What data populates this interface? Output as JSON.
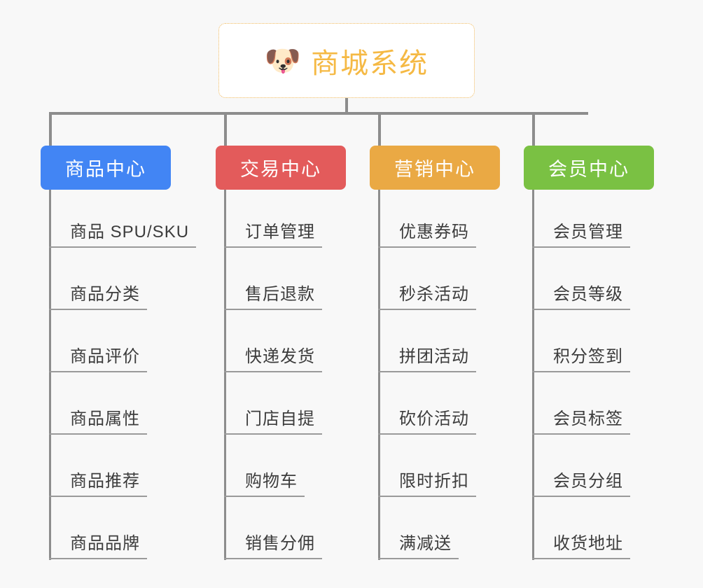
{
  "background": "#f8f8f8",
  "root": {
    "icon": "dog-face-emoji",
    "icon_glyph": "🐶",
    "title": "商城系统",
    "title_color": "#f5b944",
    "border_color": "#f0b95c"
  },
  "connector_color": "#8d8d8d",
  "columns": [
    {
      "id": "product-center",
      "label": "商品中心",
      "color": "#4285f4",
      "items": [
        "商品 SPU/SKU",
        "商品分类",
        "商品评价",
        "商品属性",
        "商品推荐",
        "商品品牌"
      ]
    },
    {
      "id": "trade-center",
      "label": "交易中心",
      "color": "#e35b5b",
      "items": [
        "订单管理",
        "售后退款",
        "快递发货",
        "门店自提",
        "购物车",
        "销售分佣"
      ]
    },
    {
      "id": "marketing-center",
      "label": "营销中心",
      "color": "#eaa944",
      "items": [
        "优惠券码",
        "秒杀活动",
        "拼团活动",
        "砍价活动",
        "限时折扣",
        "满减送"
      ]
    },
    {
      "id": "member-center",
      "label": "会员中心",
      "color": "#7ac143",
      "items": [
        "会员管理",
        "会员等级",
        "积分签到",
        "会员标签",
        "会员分组",
        "收货地址"
      ]
    }
  ]
}
